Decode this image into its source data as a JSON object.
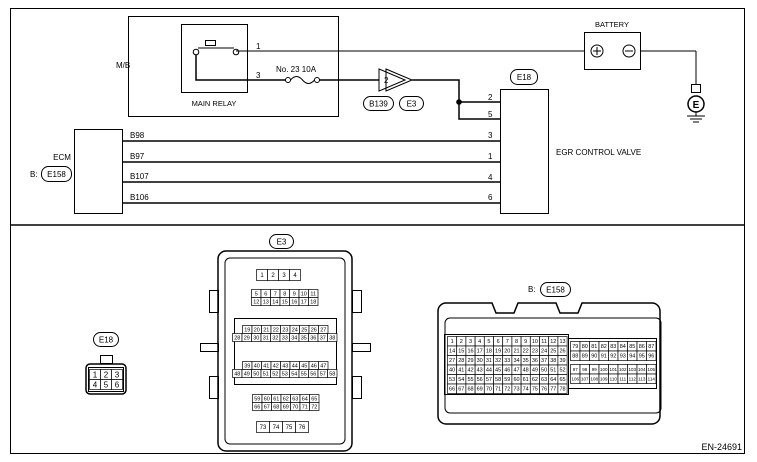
{
  "labels": {
    "mb": "M/B",
    "main_relay": "MAIN RELAY",
    "battery": "BATTERY",
    "fuse": "No. 23  10A",
    "ecm": "ECM",
    "egr": "EGR CONTROL VALVE",
    "figure_id": "EN-24691",
    "ground_symbol": "E"
  },
  "connectors": {
    "b139": "B139",
    "e3": "E3",
    "e18": "E18",
    "ecm_conn_prefix": "B:",
    "e158": "E158"
  },
  "pins": {
    "relay_1": "1",
    "relay_3": "3",
    "conn_2": "2",
    "egr_2": "2",
    "egr_5": "5",
    "egr_3": "3",
    "egr_1": "1",
    "egr_4": "4",
    "egr_6": "6"
  },
  "wires": {
    "b98": "B98",
    "b97": "B97",
    "b107": "B107",
    "b106": "B106"
  },
  "e18_pins": [
    "1",
    "2",
    "3",
    "4",
    "5",
    "6"
  ],
  "e3_pins": {
    "row1": [
      "1",
      "2",
      "3",
      "4"
    ],
    "row2": [
      "5",
      "6",
      "7",
      "8",
      "9",
      "10",
      "11"
    ],
    "row3": [
      "12",
      "13",
      "14",
      "15",
      "16",
      "17",
      "18"
    ],
    "row4": [
      "19",
      "20",
      "21",
      "22",
      "23",
      "24",
      "25",
      "26",
      "27"
    ],
    "row5": [
      "28",
      "29",
      "30",
      "31",
      "32",
      "33",
      "34",
      "35",
      "36",
      "37",
      "38"
    ],
    "row6": [
      "39",
      "40",
      "41",
      "42",
      "43",
      "44",
      "45",
      "46",
      "47"
    ],
    "row7": [
      "48",
      "49",
      "50",
      "51",
      "52",
      "53",
      "54",
      "55",
      "56",
      "57",
      "58"
    ],
    "row8": [
      "59",
      "60",
      "61",
      "62",
      "63",
      "64",
      "65"
    ],
    "row9": [
      "66",
      "67",
      "68",
      "69",
      "70",
      "71",
      "72"
    ],
    "row10": [
      "73",
      "74",
      "75",
      "76"
    ]
  },
  "e158_pins": {
    "left_rows": [
      [
        "1",
        "2",
        "3",
        "4",
        "5",
        "6",
        "7",
        "8",
        "9",
        "10",
        "11",
        "12",
        "13"
      ],
      [
        "14",
        "15",
        "16",
        "17",
        "18",
        "19",
        "20",
        "21",
        "22",
        "23",
        "24",
        "25",
        "26"
      ],
      [
        "27",
        "28",
        "29",
        "30",
        "31",
        "32",
        "33",
        "34",
        "35",
        "36",
        "37",
        "38",
        "39"
      ],
      [
        "40",
        "41",
        "42",
        "43",
        "44",
        "45",
        "46",
        "47",
        "48",
        "49",
        "50",
        "51",
        "52"
      ],
      [
        "53",
        "54",
        "55",
        "56",
        "57",
        "58",
        "59",
        "60",
        "61",
        "62",
        "63",
        "64",
        "65"
      ],
      [
        "66",
        "67",
        "68",
        "69",
        "70",
        "71",
        "72",
        "73",
        "74",
        "75",
        "76",
        "77",
        "78"
      ]
    ],
    "right_rows": [
      [
        "79",
        "80",
        "81",
        "82",
        "83",
        "84",
        "85",
        "86",
        "87"
      ],
      [
        "88",
        "89",
        "90",
        "91",
        "92",
        "93",
        "94",
        "95",
        "96"
      ],
      [
        "97",
        "98",
        "99",
        "100",
        "101",
        "102",
        "103",
        "104",
        "105"
      ],
      [
        "106",
        "107",
        "108",
        "109",
        "110",
        "111",
        "112",
        "113",
        "114"
      ]
    ]
  }
}
